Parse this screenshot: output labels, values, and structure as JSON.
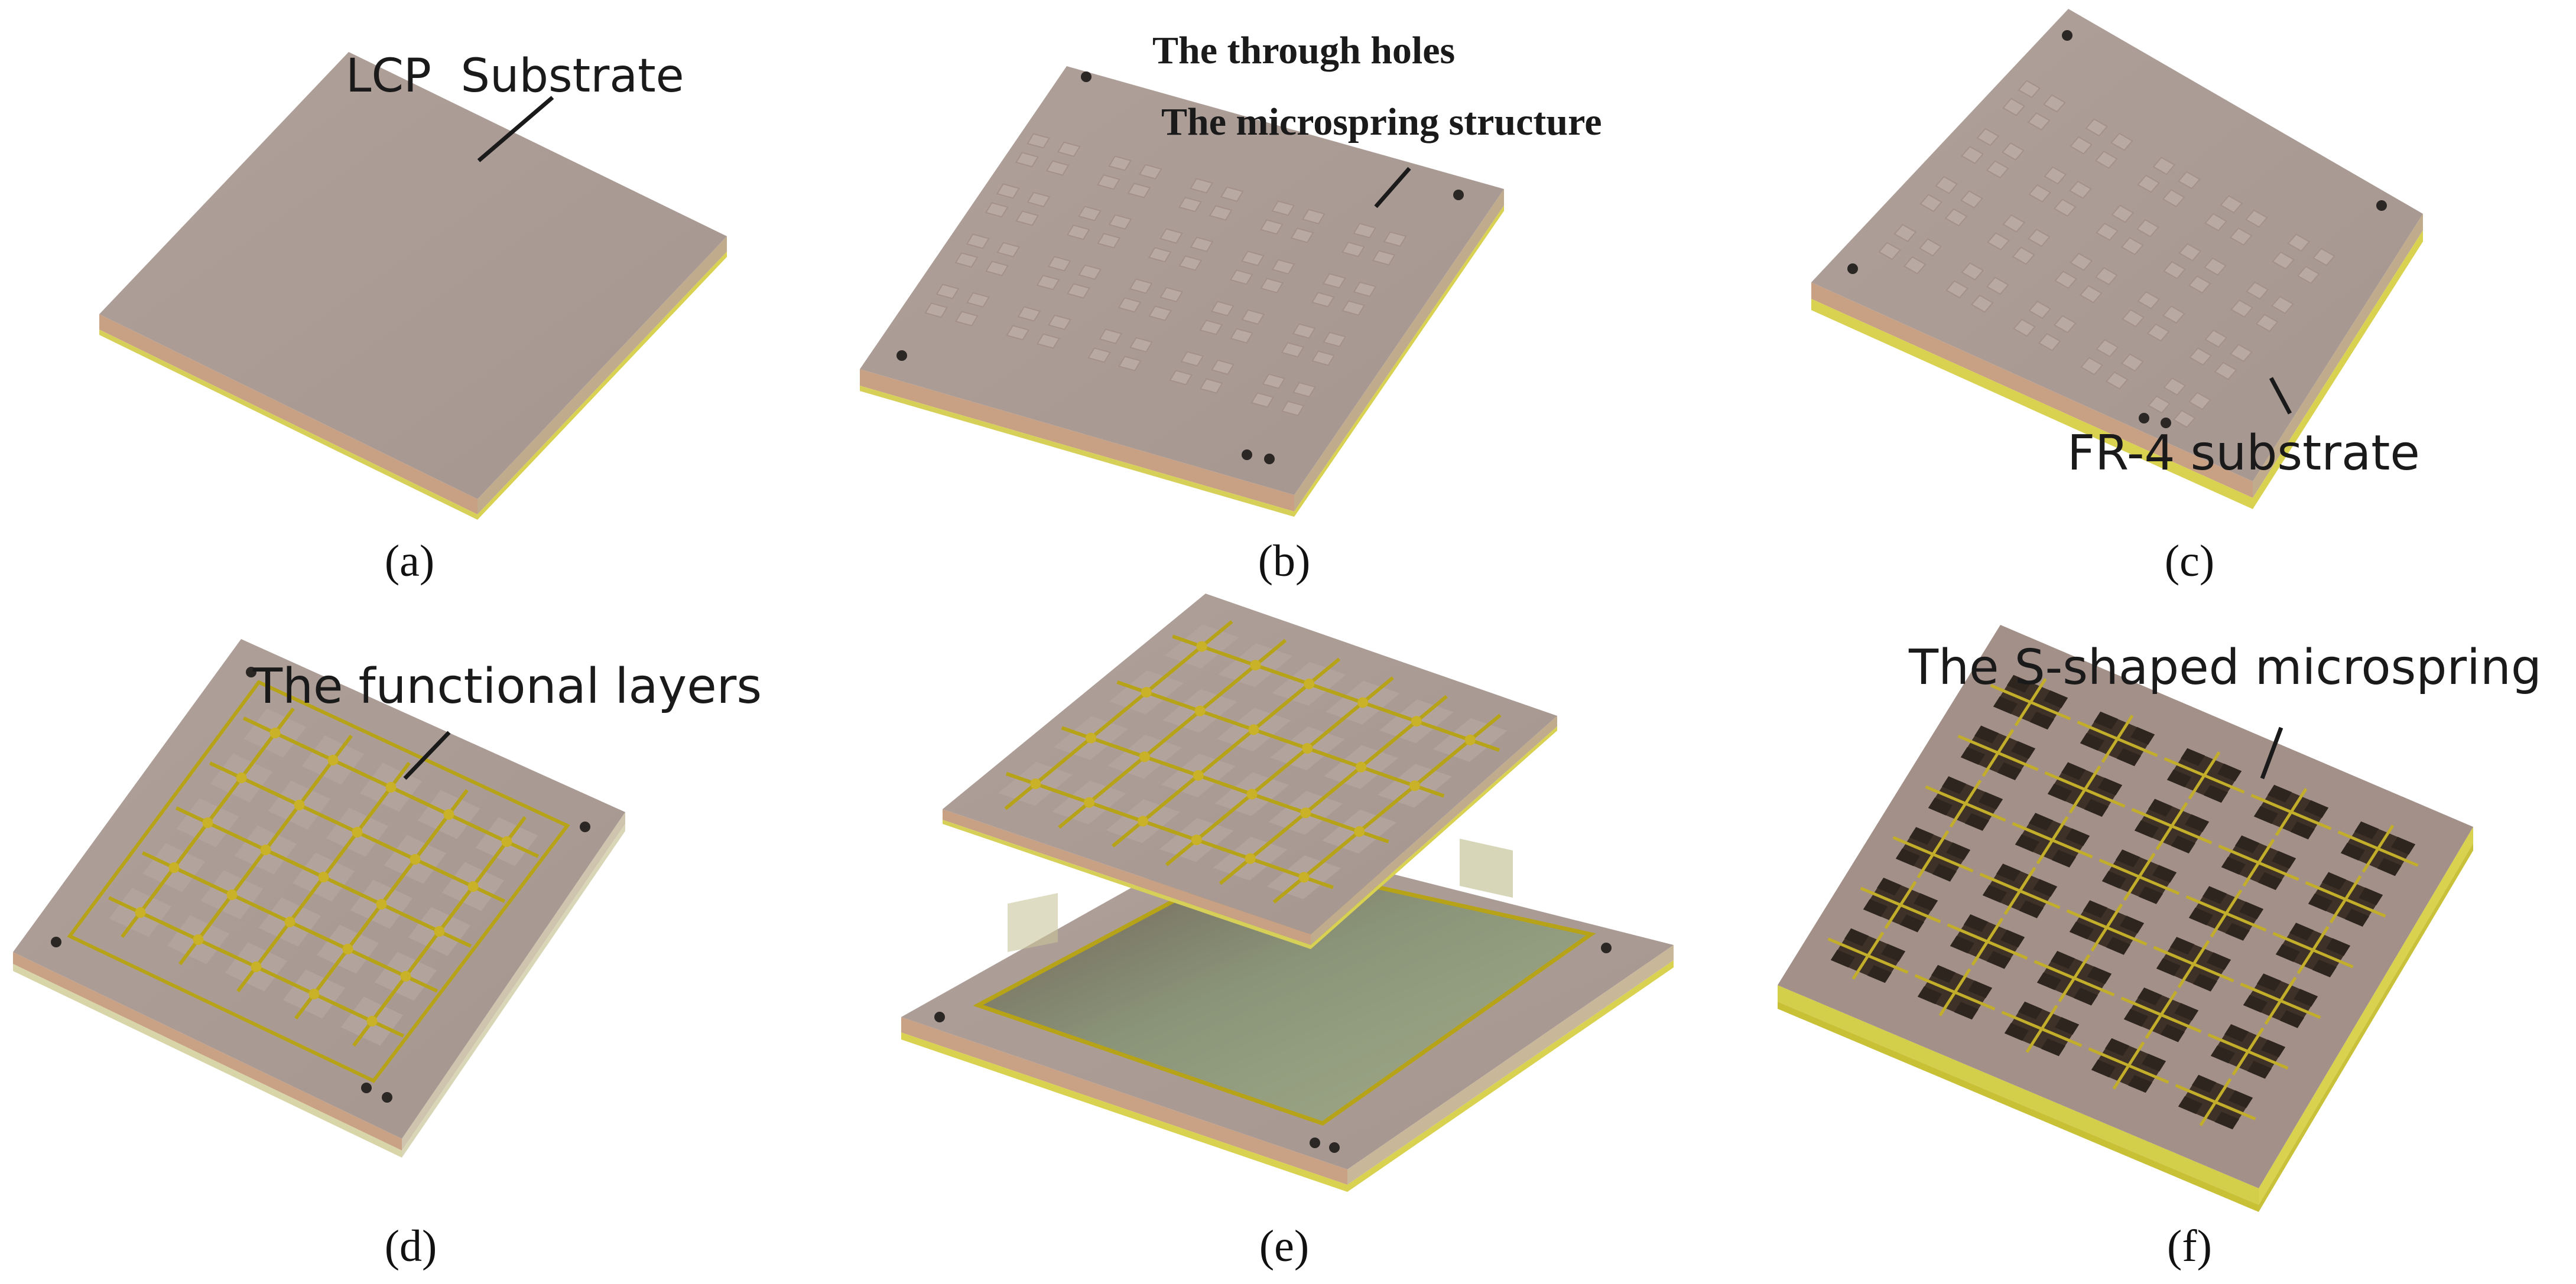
{
  "callouts": {
    "lcp_substrate": "LCP  Substrate",
    "through_holes": "The through holes",
    "microspring_structure": "The microspring structure",
    "fr4_substrate": "FR-4 substrate",
    "functional_layers": "The functional layers",
    "s_shaped_microspring": "The S-shaped microspring"
  },
  "panel_labels": [
    "(a)",
    "(b)",
    "(c)",
    "(d)",
    "(e)",
    "(f)"
  ],
  "colors": {
    "lcp_top": "#ad9d96",
    "lcp_side": "#c9a184",
    "fr4_yellow": "#d8d250",
    "trace_gold": "#b7a317",
    "window_green": "#8f9d7b",
    "hole": "#2b2724",
    "cavity": "#3d3128"
  }
}
